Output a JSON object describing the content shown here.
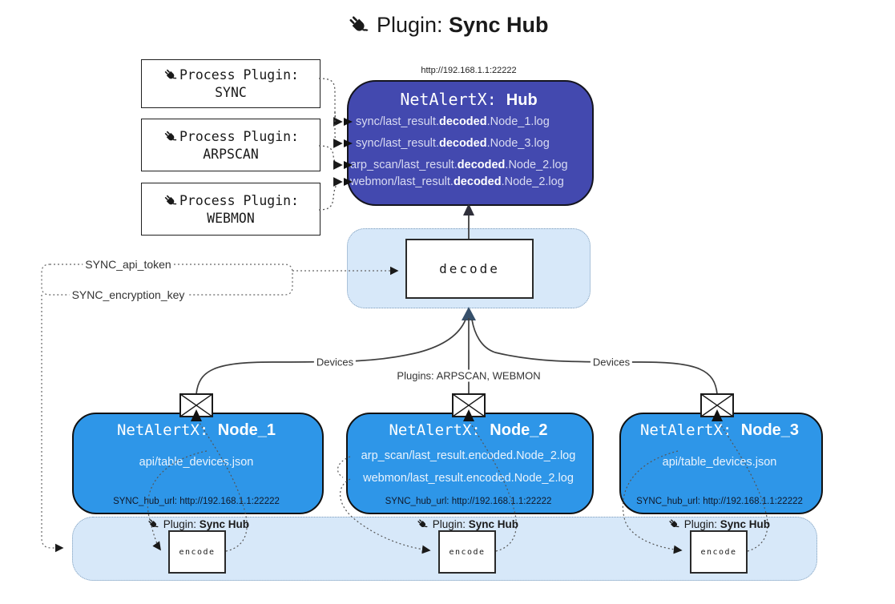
{
  "title": {
    "prefix": "Plugin: ",
    "bold": "Sync Hub"
  },
  "process_plugins": [
    {
      "line1": "Process Plugin:",
      "name": "SYNC"
    },
    {
      "line1": "Process Plugin:",
      "name": "ARPSCAN"
    },
    {
      "line1": "Process Plugin:",
      "name": "WEBMON"
    }
  ],
  "hub": {
    "url": "http://192.168.1.1:22222",
    "title_prefix": "NetAlertX: ",
    "title_name": "Hub",
    "files": [
      {
        "pre": "sync/last_result.",
        "bold": "decoded",
        "post": ".Node_1.log"
      },
      {
        "pre": "sync/last_result.",
        "bold": "decoded",
        "post": ".Node_3.log"
      },
      {
        "pre": "arp_scan/last_result.",
        "bold": "decoded",
        "post": ".Node_2.log"
      },
      {
        "pre": "webmon/last_result.",
        "bold": "decoded",
        "post": ".Node_2.log"
      }
    ]
  },
  "decode_label": "decode",
  "settings": {
    "api_token": "SYNC_api_token",
    "encryption_key": "SYNC_encryption_key"
  },
  "edges": {
    "left": "Devices",
    "middle": "Plugins: ARPSCAN, WEBMON",
    "right": "Devices"
  },
  "nodes": [
    {
      "title_prefix": "NetAlertX: ",
      "title_name": "Node_1",
      "files": [
        "api/table_devices.json"
      ],
      "hub_url": "SYNC_hub_url: http://192.168.1.1:22222"
    },
    {
      "title_prefix": "NetAlertX: ",
      "title_name": "Node_2",
      "files": [
        "arp_scan/last_result.encoded.Node_2.log",
        "webmon/last_result.encoded.Node_2.log"
      ],
      "hub_url": "SYNC_hub_url: http://192.168.1.1:22222"
    },
    {
      "title_prefix": "NetAlertX: ",
      "title_name": "Node_3",
      "files": [
        "api/table_devices.json"
      ],
      "hub_url": "SYNC_hub_url: http://192.168.1.1:22222"
    }
  ],
  "encoders": [
    {
      "label_prefix": "Plugin: ",
      "label_bold": "Sync Hub",
      "box_label": "encode"
    },
    {
      "label_prefix": "Plugin: ",
      "label_bold": "Sync Hub",
      "box_label": "encode"
    },
    {
      "label_prefix": "Plugin: ",
      "label_bold": "Sync Hub",
      "box_label": "encode"
    }
  ],
  "colors": {
    "hub_bg": "#4349AF",
    "node_bg": "#2E96E8",
    "band_bg": "#D7E8F9",
    "band_border": "#7d9cba",
    "line": "#3f3f3f"
  }
}
